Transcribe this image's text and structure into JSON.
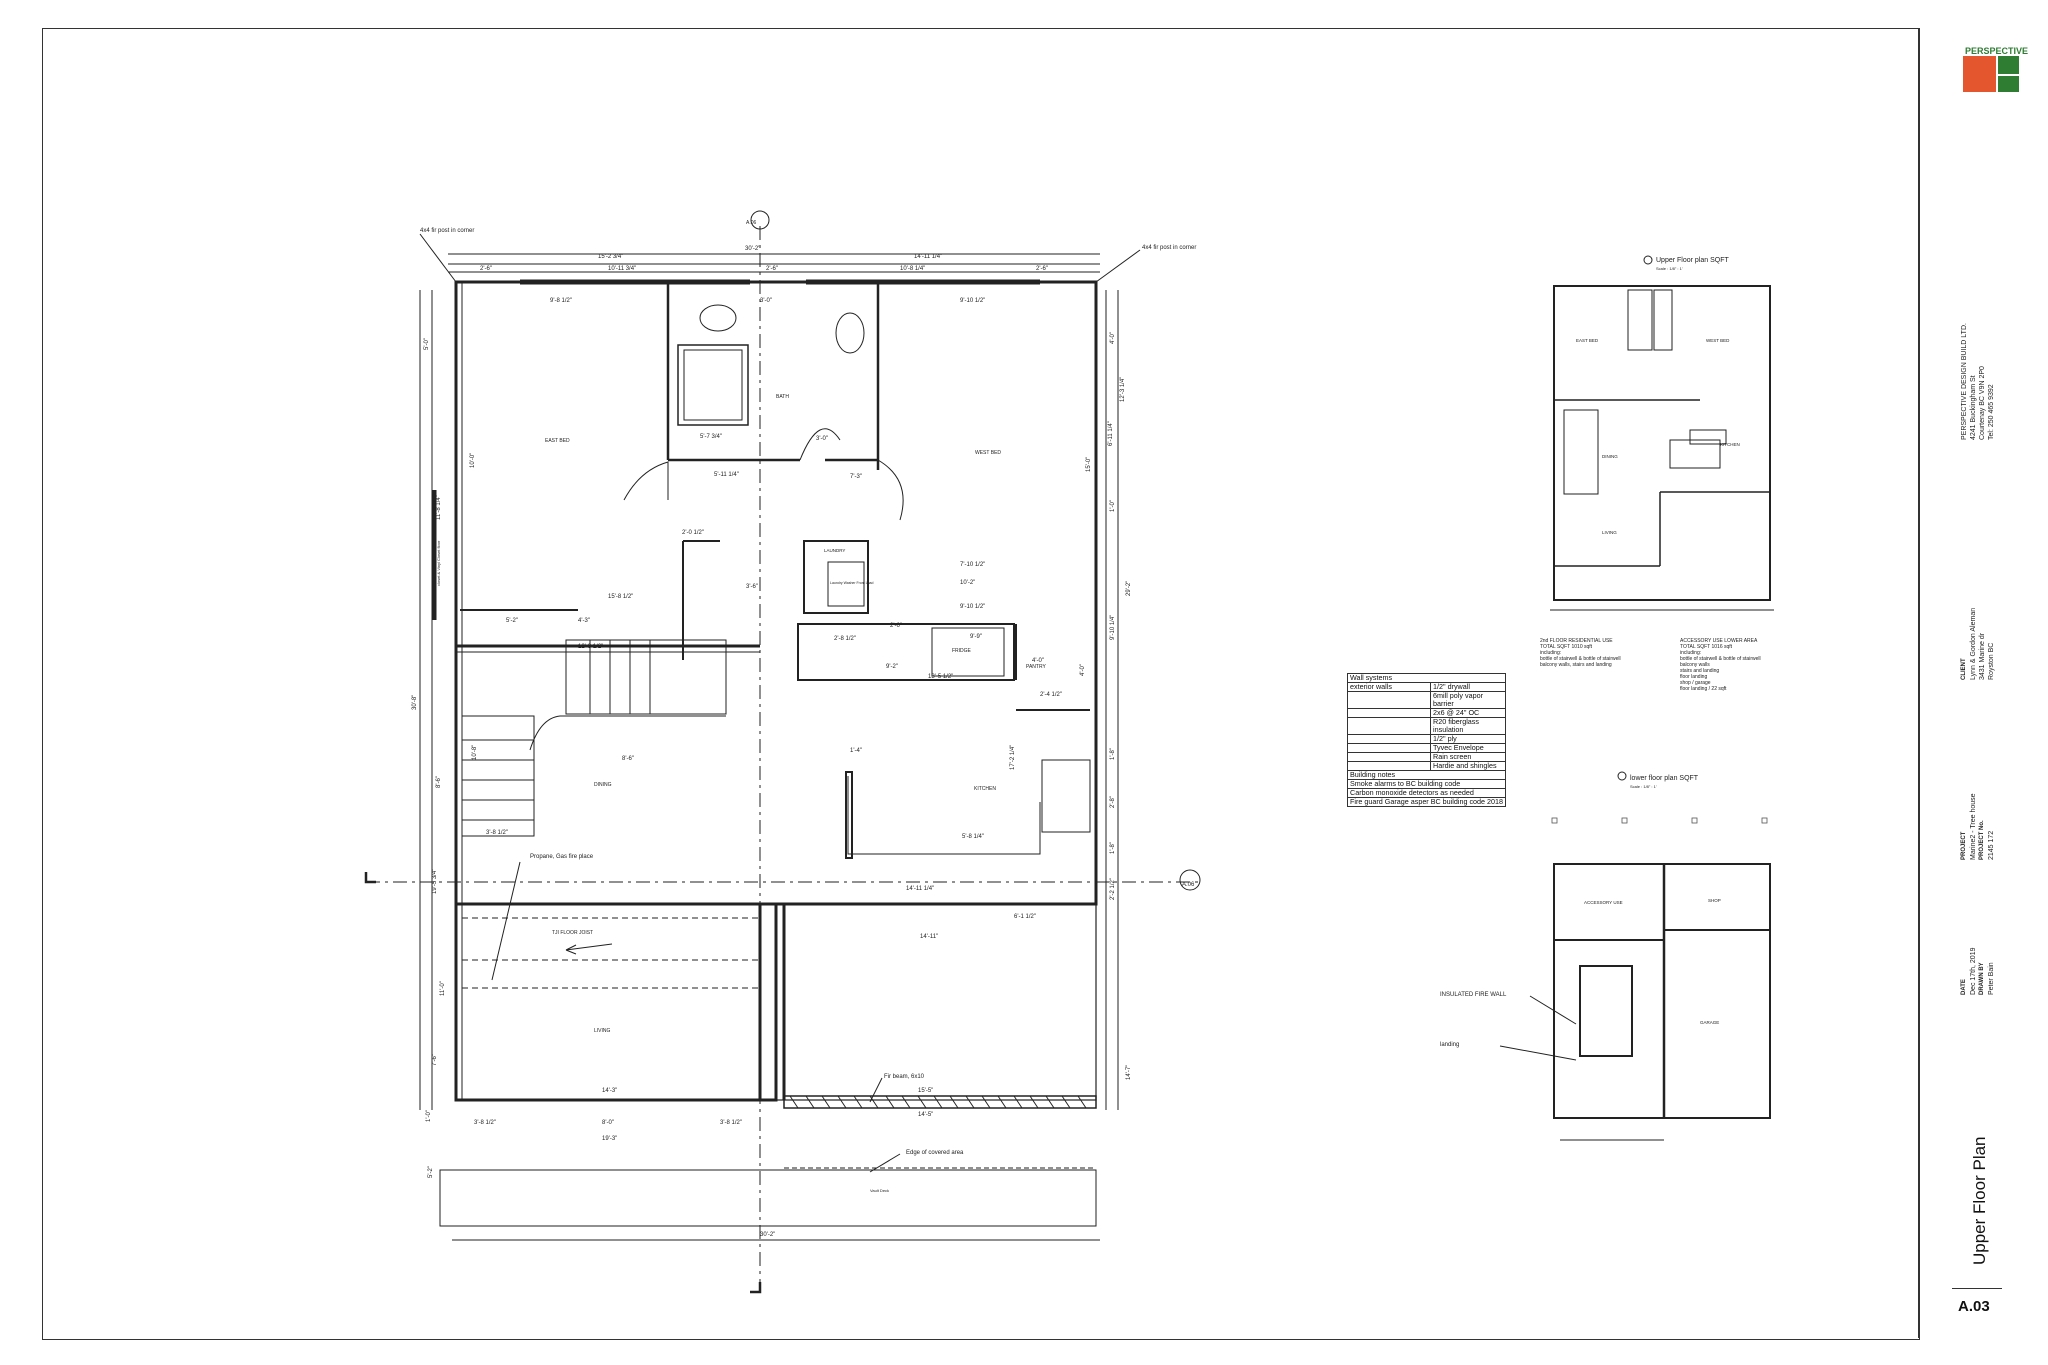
{
  "sheet": {
    "title": "Upper Floor Plan",
    "number": "A.03"
  },
  "firm": {
    "logo": "PERSPECTIVE",
    "address": [
      "PERSPECTIVE DESIGN BUILD LTD.",
      "4241 Buckingham St",
      "Courtenay BC V9N 2P0",
      "Tel: 250 465 9392"
    ]
  },
  "client": {
    "label": "CLIENT",
    "lines": [
      "Lynn & Gordon Aleman",
      "3431 Marine dr",
      "Royston BC"
    ]
  },
  "project": {
    "label": "PROJECT",
    "lines": [
      "Marine2 - Tree house"
    ],
    "number_label": "PROJECT No.",
    "number": "2145 172"
  },
  "dates": {
    "label": "DATE",
    "value": "Dec 17th, 2019",
    "drawn_label": "DRAWN BY",
    "drawn": "Peter Bain"
  },
  "colors": {
    "logo_orange": "#e4572e",
    "logo_green": "#2e7d32"
  },
  "plan": {
    "rooms": {
      "east_bed": "EAST BED",
      "west_bed": "WEST BED",
      "bath": "BATH",
      "laundry": "LAUNDRY",
      "washer": "Laundry Washer Front Load",
      "fridge": "FRIDGE",
      "pantry": "PANTRY",
      "dining": "DINING",
      "kitchen": "KITCHEN",
      "living": "LIVING",
      "floor_joist": "TJI FLOOR JOIST",
      "deck": "Vault Deck"
    },
    "callouts": {
      "post_left": "4x4 fir post in corner",
      "post_right": "4x4 fir post in corner",
      "fireplace": "Propane, Gas fire place",
      "fir_beam": "Fir beam, 6x10",
      "covered_edge": "Edge of covered area",
      "closet": "closet & Vinyl Closet floor",
      "section_top": "A.06",
      "section_right": "A.06"
    },
    "dims_top": [
      "30'-2\"",
      "15'-2 3/4\"",
      "14'-11 1/4\"",
      "2'-6\"",
      "10'-11 3/4\"",
      "2'-6\"",
      "10'-8 1/4\"",
      "2'-6\""
    ],
    "dims_inner": [
      "9'-8 1/2\"",
      "3'-0\"",
      "9'-10 1/2\"",
      "5'-7 3/4\"",
      "5'-11 1/4\"",
      "3'-0\"",
      "7'-3\"",
      "2'-0 1/2\"",
      "7'-10 1/2\"",
      "10'-2\"",
      "9'-10 1/2\"",
      "15'-8 1/2\"",
      "5'-2\"",
      "4'-3\"",
      "3'-6\"",
      "12'-3 1/2\"",
      "2'-6\"",
      "2'-8 1/2\"",
      "9'-9\"",
      "9'-2\"",
      "13'-5 1/2\"",
      "4'-0\"",
      "2'-4 1/2\"",
      "8'-6\"",
      "1'-4\"",
      "5'-8 1/4\"",
      "3'-8 1/2\"",
      "14'-11 1/4\"",
      "6'-1 1/2\"",
      "14'-11\"",
      "14'-3\"",
      "15'-5\"",
      "14'-5\"",
      "3'-8 1/2\"",
      "8'-0\"",
      "3'-8 1/2\"",
      "19'-3\"",
      "30'-2\""
    ],
    "dims_left": [
      "5'-0\"",
      "11'-8 1/4\"",
      "10'-0\"",
      "30'-8\"",
      "8'-6\"",
      "10'-8\"",
      "19'-5 3/4\"",
      "11'-0\"",
      "7'-6\"",
      "1'-0\"",
      "5'-2\""
    ],
    "dims_right": [
      "4'-0\"",
      "12'-3 1/4\"",
      "6'-11 1/4\"",
      "15'-0\"",
      "1'-0\"",
      "29'-2\"",
      "9'-10 1/4\"",
      "4'-0\"",
      "17'-2 1/4\"",
      "1'-8\"",
      "2'-8\"",
      "1'-8\"",
      "2'-2 1/2\"",
      "14'-7\""
    ]
  },
  "wall_systems": {
    "header": "Wall systems",
    "rows": [
      [
        "exterior walls",
        "1/2\" drywall"
      ],
      [
        "",
        "6mill poly vapor barrier"
      ],
      [
        "",
        "2x6 @ 24\" OC"
      ],
      [
        "",
        "R20 fiberglass insulation"
      ],
      [
        "",
        "1/2\" ply"
      ],
      [
        "",
        "Tyvec Envelope"
      ],
      [
        "",
        "Rain screen"
      ],
      [
        "",
        "Hardie and shingles"
      ]
    ],
    "notes_header": "Building notes",
    "notes": [
      "Smoke alarms to BC building code",
      "Carbon monoxide detectors as needed",
      "Fire guard Garage asper BC building code 2018"
    ]
  },
  "upper_sqft": {
    "title": "Upper Floor plan SQFT",
    "scale": "Scale : 1/8\" : 1'",
    "rooms": [
      "EAST BED",
      "WEST BED",
      "DINING",
      "KITCHEN",
      "LIVING"
    ],
    "note_left": "2nd FLOOR RESIDENTIAL USE\nTOTAL SQFT 1010 sqft\nincluding:\nbottle of stairwell & bottle of stairwell\nbalcony walls, stairs and landing",
    "note_right": "ACCESSORY USE LOWER AREA\nTOTAL SQFT 1016 sqft\nincluding:\nbottle of stairwell & bottle of stairwell\nbalcony walls\nstairs and landing\nfloor landing\nshop / garage\nfloor landing / 22 sqft"
  },
  "lower_sqft": {
    "title": "lower floor plan SQFT",
    "scale": "Scale : 1/8\" : 1'",
    "rooms": [
      "ACCESSORY USE",
      "SHOP",
      "GARAGE"
    ],
    "fire_wall": "INSULATED FIRE WALL",
    "landing": "landing"
  }
}
